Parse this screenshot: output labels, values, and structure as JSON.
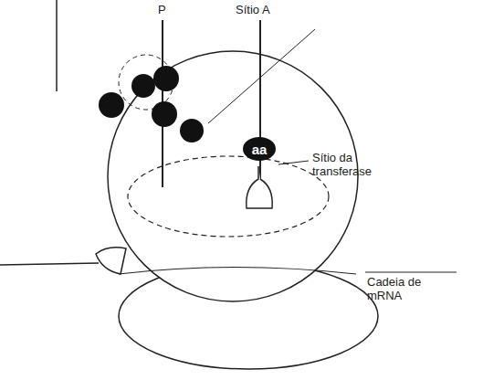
{
  "diagram": {
    "nodes": [
      {
        "text": [
          "aa"
        ]
      }
    ],
    "labels": [
      "P",
      "Sítio A",
      "Sítio da transferase",
      "Cadeia de mRNA"
    ]
  }
}
